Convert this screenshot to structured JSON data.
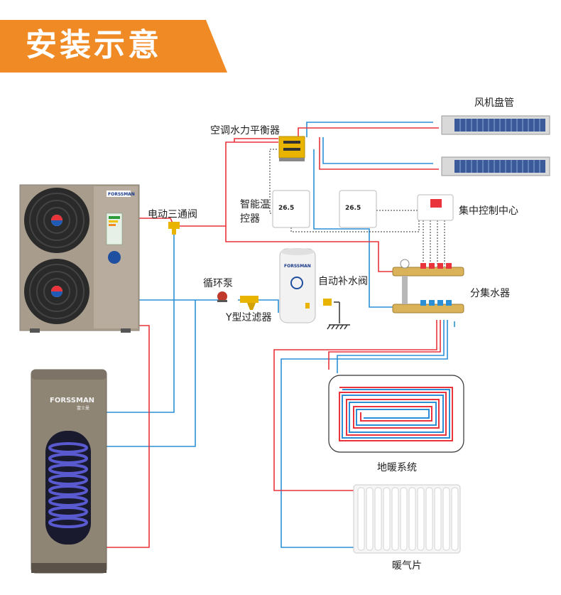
{
  "title": "安装示意",
  "labels": {
    "fan_coil": "风机盘管",
    "balancer": "空调水力平衡器",
    "thermostat": "智能温控器",
    "control_center": "集中控制中心",
    "three_way_valve": "电动三通阀",
    "circulation_pump": "循环泵",
    "auto_fill_valve": "自动补水阀",
    "y_filter": "Y型过滤器",
    "manifold": "分集水器",
    "floor_heating": "地暖系统",
    "radiator": "暖气片"
  },
  "brand": {
    "name": "FORSSMAN",
    "cn_name": "富士曼"
  },
  "thermostat_reading": "26.5",
  "colors": {
    "banner": "#f08a24",
    "supply_pipe": "#e8343a",
    "return_pipe": "#2b8fd6",
    "unit_body": "#a89c8c",
    "tank_body": "#8f8575"
  }
}
